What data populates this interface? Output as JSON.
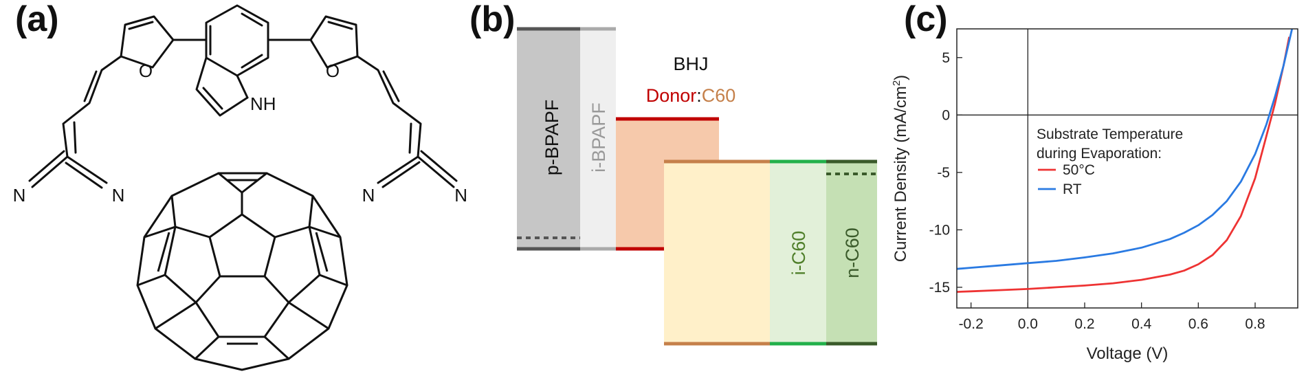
{
  "panels": {
    "a": {
      "label": "(a)",
      "atoms": {
        "oxygen_left": "O",
        "oxygen_right": "O",
        "nh": "NH",
        "n1": "N",
        "n2": "N",
        "n3": "N",
        "n4": "N"
      }
    },
    "b": {
      "label": "(b)",
      "layers": {
        "p_bpapf": "p-BPAPF",
        "i_bpapf": "i-BPAPF",
        "bhj": "BHJ",
        "donor": "Donor",
        "colon": ":",
        "c60": "C60",
        "i_c60": "i-C60",
        "n_c60": "n-C60"
      },
      "colors": {
        "p_bpapf_fill": "#c6c6c6",
        "i_bpapf_fill": "#efefef",
        "donor_fill": "#f6c9ab",
        "c60_fill": "#fff0c9",
        "i_c60_fill": "#e2f0d9",
        "n_c60_fill": "#c5e0b4",
        "donor_line": "#c00000",
        "c60_line": "#c5804a",
        "i_c60_line": "#22b04a",
        "n_c60_line": "#3a5a2a",
        "donor_text": "#c00000",
        "c60_text": "#c5804a",
        "green_text": "#4f7f2a"
      }
    },
    "c": {
      "label": "(c)"
    }
  },
  "chart_data": {
    "type": "line",
    "xlabel": "Voltage (V)",
    "ylabel": "Current Density (mA/cm",
    "ylabel_sup": "2",
    "ylabel_end": ")",
    "xlim": [
      -0.25,
      0.95
    ],
    "ylim": [
      -16.8,
      7.5
    ],
    "xticks": [
      -0.2,
      0.0,
      0.2,
      0.4,
      0.6,
      0.8
    ],
    "xtick_labels": [
      "-0.2",
      "0.0",
      "0.2",
      "0.4",
      "0.6",
      "0.8"
    ],
    "yticks": [
      5,
      0,
      -5,
      -10,
      -15
    ],
    "ytick_labels": [
      "5",
      "0",
      "-5",
      "-10",
      "-15"
    ],
    "legend_title_1": "Substrate Temperature",
    "legend_title_2": "during Evaporation:",
    "legend_position": "center-right",
    "series": [
      {
        "name": "50°C",
        "color": "#ee3333",
        "x": [
          -0.25,
          -0.2,
          -0.1,
          0.0,
          0.1,
          0.2,
          0.3,
          0.4,
          0.5,
          0.55,
          0.6,
          0.65,
          0.7,
          0.75,
          0.8,
          0.84,
          0.87,
          0.9,
          0.92
        ],
        "y": [
          -15.4,
          -15.35,
          -15.25,
          -15.15,
          -15.0,
          -14.85,
          -14.65,
          -14.35,
          -13.9,
          -13.55,
          -13.0,
          -12.2,
          -10.9,
          -8.8,
          -5.5,
          -1.8,
          1.0,
          4.3,
          6.8
        ]
      },
      {
        "name": "RT",
        "color": "#2a7ae2",
        "x": [
          -0.25,
          -0.2,
          -0.1,
          0.0,
          0.1,
          0.2,
          0.3,
          0.4,
          0.5,
          0.55,
          0.6,
          0.65,
          0.7,
          0.75,
          0.8,
          0.84,
          0.87,
          0.9,
          0.93
        ],
        "y": [
          -13.4,
          -13.3,
          -13.1,
          -12.9,
          -12.7,
          -12.4,
          -12.05,
          -11.55,
          -10.8,
          -10.25,
          -9.6,
          -8.7,
          -7.5,
          -5.8,
          -3.4,
          -0.8,
          1.6,
          4.3,
          7.5
        ]
      }
    ]
  }
}
